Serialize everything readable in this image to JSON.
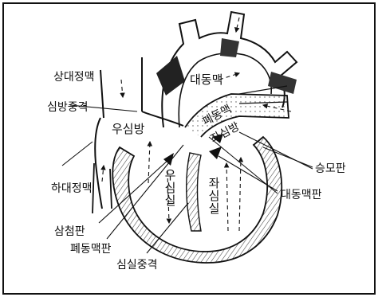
{
  "labels": {
    "superior_vena_cava": "상대정맥",
    "aorta": "대동맥",
    "interatrial_septum": "심방중격",
    "right_atrium": "우심방",
    "pulmonary_artery": "폐동맥",
    "left_atrium": "좌심방",
    "mitral_valve": "승모판",
    "inferior_vena_cava": "하대정맥",
    "right_ventricle": "우심실",
    "left_ventricle": "좌심실",
    "aortic_valve": "대동맥판",
    "tricuspid_valve": "삼첨판",
    "pulmonary_valve": "폐동맥판",
    "interventricular_septum": "심실중격"
  },
  "colors": {
    "ink": "#111111",
    "background": "#ffffff",
    "hatch": "#444444"
  }
}
